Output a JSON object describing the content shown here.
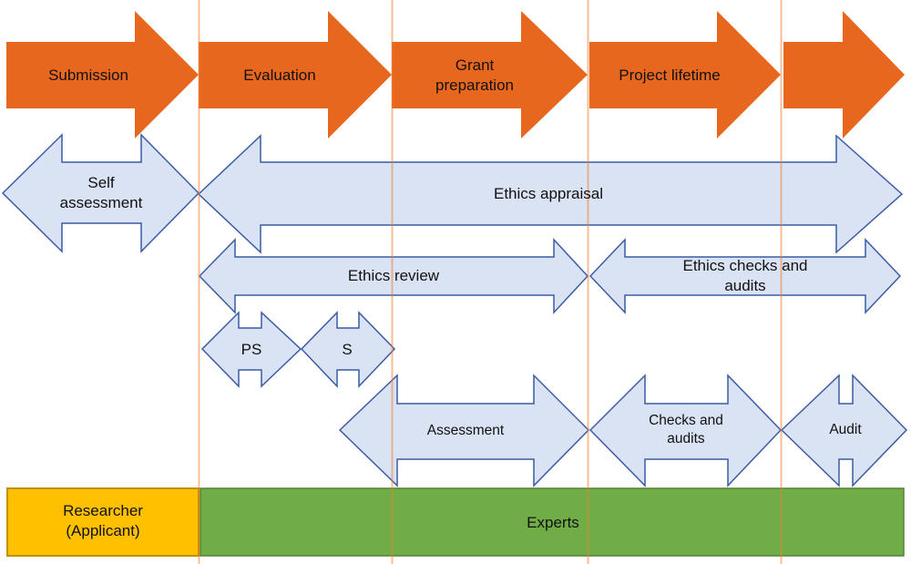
{
  "diagram": {
    "type": "process-timeline",
    "colors": {
      "phase_arrow_fill": "#E8671F",
      "appraisal_arrow_fill": "#DAE3F3",
      "appraisal_arrow_stroke": "#3B5BA5",
      "gridline": "#ED7D31",
      "researcher_bar_fill": "#FFC000",
      "researcher_bar_stroke": "#BF9000",
      "experts_bar_fill": "#70AD47",
      "experts_bar_stroke": "#548235",
      "text": "#111111"
    },
    "phases": {
      "items": [
        {
          "label": "Submission"
        },
        {
          "label": "Evaluation"
        },
        {
          "label": "Grant\npreparation"
        },
        {
          "label": "Project lifetime"
        },
        {
          "label": ""
        }
      ]
    },
    "activities": {
      "self_assessment": "Self\nassessment",
      "ethics_appraisal": "Ethics appraisal",
      "ethics_review": "Ethics review",
      "ethics_checks_audits": "Ethics checks and audits",
      "ps": "PS",
      "s": "S",
      "assessment": "Assessment",
      "checks_and_audits": "Checks and\naudits",
      "audit": "Audit"
    },
    "actors": {
      "researcher": "Researcher\n(Applicant)",
      "experts": "Experts"
    }
  }
}
